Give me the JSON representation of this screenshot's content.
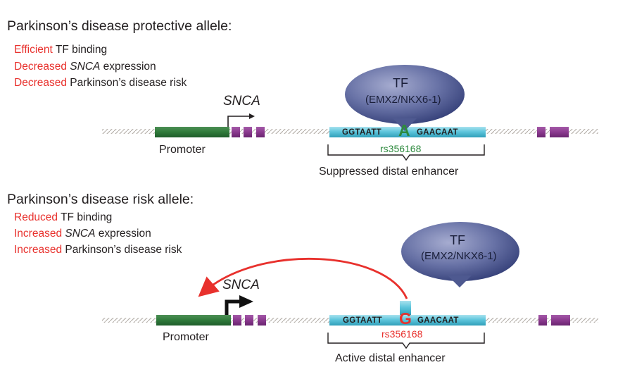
{
  "protective": {
    "heading": "Parkinson’s disease protective allele:",
    "line1": {
      "emph": "Efficient",
      "rest": " TF binding"
    },
    "line2": {
      "emph": "Decreased",
      "gene": "SNCA",
      "rest": " expression"
    },
    "line3": {
      "emph": "Decreased",
      "rest": " Parkinson’s disease risk"
    },
    "gene_label": "SNCA",
    "promoter_label": "Promoter",
    "tf_label": "TF",
    "tf_sub": "(EMX2/NKX6-1)",
    "seq_left": "GGTAATT",
    "allele": "A",
    "seq_right": "GAACAAT",
    "snp_id": "rs356168",
    "enhancer_label": "Suppressed distal enhancer"
  },
  "risk": {
    "heading": "Parkinson’s disease risk allele:",
    "line1": {
      "emph": "Reduced",
      "rest": " TF binding"
    },
    "line2": {
      "emph": "Increased",
      "gene": "SNCA",
      "rest": " expression"
    },
    "line3": {
      "emph": "Increased",
      "rest": " Parkinson’s disease risk"
    },
    "gene_label": "SNCA",
    "promoter_label": "Promoter",
    "tf_label": "TF",
    "tf_sub": "(EMX2/NKX6-1)",
    "seq_left": "GGTAATT",
    "allele": "G",
    "seq_right": "GAACAAT",
    "snp_id": "rs356168",
    "enhancer_label": "Active distal enhancer"
  },
  "colors": {
    "emphasis_red": "#e8312d",
    "promoter_green": "#2f7a3a",
    "exon_purple": "#8b3a8f",
    "enhancer_cyan": "#5fc6dc",
    "tf_navy": "#3d4a82",
    "allele_green": "#2e8a3e",
    "allele_red": "#e8312d",
    "dna_gray": "#b8b3ad"
  }
}
